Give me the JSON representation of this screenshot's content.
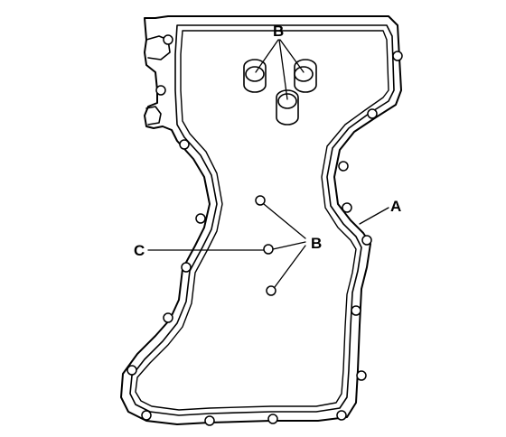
{
  "diagram": {
    "labels": {
      "a": "A",
      "b_top": "B",
      "b_mid": "B",
      "c": "C"
    },
    "colors": {
      "ink": "#000000",
      "paper": "#ffffff"
    }
  }
}
